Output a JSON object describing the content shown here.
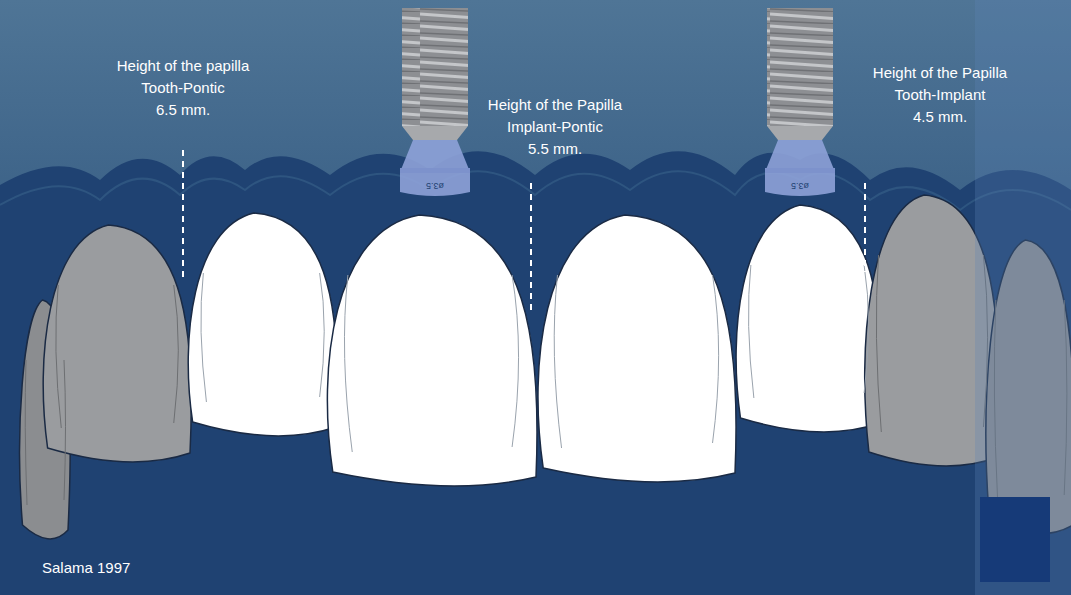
{
  "diagram": {
    "labels": [
      "Height of the papilla",
      "Tooth-Pontic",
      "6.5 mm.",
      "Height of the Papilla",
      "Implant-Pontic",
      "5.5 mm.",
      "Height of the Papilla",
      "Tooth-Implant",
      "4.5 mm.",
      "ø3.5",
      "ø3.5",
      "Salama 1997"
    ]
  }
}
